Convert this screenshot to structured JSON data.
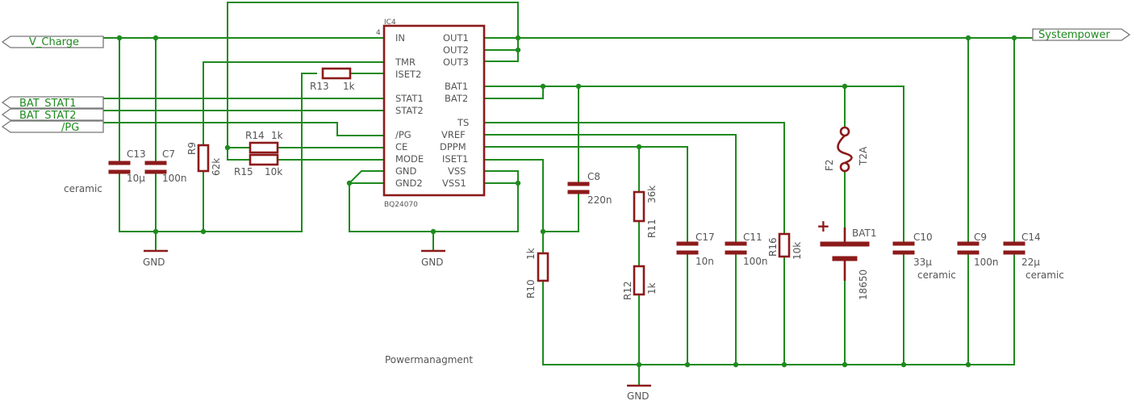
{
  "title": "Powermanagment",
  "colors": {
    "wire": "#1e8a1e",
    "part": "#8c1a1a",
    "text": "#555555"
  },
  "ic": {
    "name": "IC4",
    "part": "BQ24070",
    "pin_number_in": "4",
    "left_pins": [
      "IN",
      "TMR",
      "ISET2",
      "STAT1",
      "STAT2",
      "/PG",
      "CE",
      "MODE",
      "GND",
      "GND2"
    ],
    "right_pins": [
      "OUT1",
      "OUT2",
      "OUT3",
      "BAT1",
      "BAT2",
      "TS",
      "VREF",
      "DPPM",
      "ISET1",
      "VSS",
      "VSS1"
    ]
  },
  "nets": {
    "v_charge": "V_Charge",
    "bat_stat1": "BAT_STAT1",
    "bat_stat2": "BAT_STAT2",
    "pg": "/PG",
    "systempower": "Systempower"
  },
  "gnd": [
    "GND",
    "GND",
    "GND"
  ],
  "components": {
    "c13": {
      "name": "C13",
      "value": "10µ",
      "note": "ceramic"
    },
    "c7": {
      "name": "C7",
      "value": "100n"
    },
    "r9": {
      "name": "R9",
      "value": "62k"
    },
    "r13": {
      "name": "R13",
      "value": "1k"
    },
    "r14": {
      "name": "R14",
      "value": "1k"
    },
    "r15": {
      "name": "R15",
      "value": "10k"
    },
    "c8": {
      "name": "C8",
      "value": "220n"
    },
    "r10": {
      "name": "R10",
      "value": "1k"
    },
    "r11": {
      "name": "R11",
      "value": "36k"
    },
    "r12": {
      "name": "R12",
      "value": "1k"
    },
    "c17": {
      "name": "C17",
      "value": "10n"
    },
    "c11": {
      "name": "C11",
      "value": "100n"
    },
    "r16": {
      "name": "R16",
      "value": "10k"
    },
    "f2": {
      "name": "F2",
      "value": "T2A"
    },
    "bat1": {
      "name": "BAT1",
      "value": "18650",
      "plus": "+"
    },
    "c10": {
      "name": "C10",
      "value": "33µ",
      "note": "ceramic"
    },
    "c9": {
      "name": "C9",
      "value": "100n"
    },
    "c14": {
      "name": "C14",
      "value": "22µ",
      "note": "ceramic"
    }
  }
}
